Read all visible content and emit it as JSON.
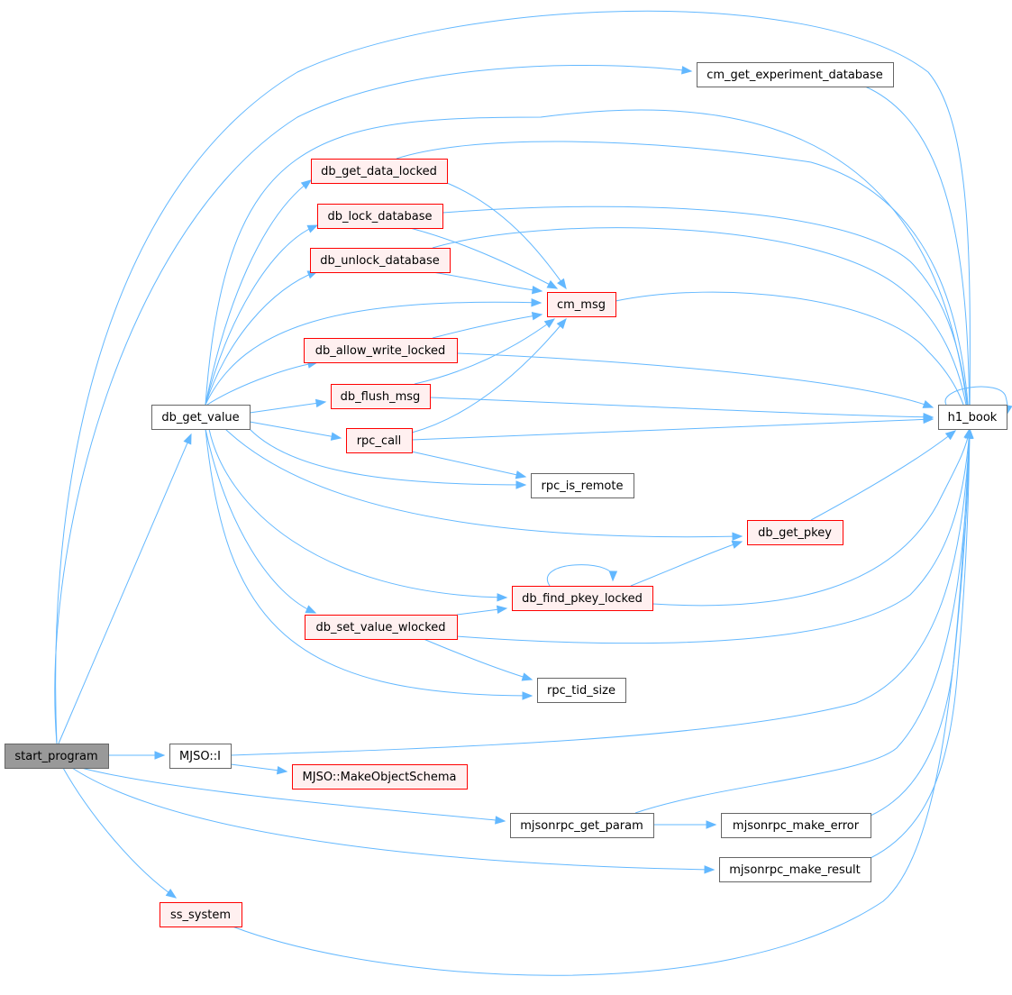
{
  "colors": {
    "edge": "#63b8ff",
    "node_default_fill": "#ffffff",
    "node_default_stroke": "#666666",
    "node_truncated_fill": "#fff0f0",
    "node_truncated_stroke": "#ff0000",
    "node_root_fill": "#999999",
    "node_root_stroke": "#666666"
  },
  "nodes": [
    {
      "id": "start_program",
      "label": "start_program",
      "style": "root"
    },
    {
      "id": "db_get_value",
      "label": "db_get_value",
      "style": "default"
    },
    {
      "id": "cm_get_experiment_database",
      "label": "cm_get_experiment_database",
      "style": "default"
    },
    {
      "id": "db_get_data_locked",
      "label": "db_get_data_locked",
      "style": "truncated"
    },
    {
      "id": "db_lock_database",
      "label": "db_lock_database",
      "style": "truncated"
    },
    {
      "id": "db_unlock_database",
      "label": "db_unlock_database",
      "style": "truncated"
    },
    {
      "id": "cm_msg",
      "label": "cm_msg",
      "style": "truncated"
    },
    {
      "id": "db_allow_write_locked",
      "label": "db_allow_write_locked",
      "style": "truncated"
    },
    {
      "id": "db_flush_msg",
      "label": "db_flush_msg",
      "style": "truncated"
    },
    {
      "id": "rpc_call",
      "label": "rpc_call",
      "style": "truncated"
    },
    {
      "id": "rpc_is_remote",
      "label": "rpc_is_remote",
      "style": "default"
    },
    {
      "id": "db_get_pkey",
      "label": "db_get_pkey",
      "style": "truncated"
    },
    {
      "id": "db_find_pkey_locked",
      "label": "db_find_pkey_locked",
      "style": "truncated"
    },
    {
      "id": "db_set_value_wlocked",
      "label": "db_set_value_wlocked",
      "style": "truncated"
    },
    {
      "id": "rpc_tid_size",
      "label": "rpc_tid_size",
      "style": "default"
    },
    {
      "id": "h1_book",
      "label": "h1_book",
      "style": "default"
    },
    {
      "id": "MJSO_I",
      "label": "MJSO::I",
      "style": "default"
    },
    {
      "id": "MJSO_MakeObjectSchema",
      "label": "MJSO::MakeObjectSchema",
      "style": "truncated"
    },
    {
      "id": "mjsonrpc_get_param",
      "label": "mjsonrpc_get_param",
      "style": "default"
    },
    {
      "id": "mjsonrpc_make_error",
      "label": "mjsonrpc_make_error",
      "style": "default"
    },
    {
      "id": "mjsonrpc_make_result",
      "label": "mjsonrpc_make_result",
      "style": "default"
    },
    {
      "id": "ss_system",
      "label": "ss_system",
      "style": "truncated"
    }
  ],
  "edges": [
    {
      "from": "start_program",
      "to": "db_get_value"
    },
    {
      "from": "start_program",
      "to": "cm_get_experiment_database"
    },
    {
      "from": "start_program",
      "to": "h1_book"
    },
    {
      "from": "start_program",
      "to": "MJSO_I"
    },
    {
      "from": "start_program",
      "to": "mjsonrpc_get_param"
    },
    {
      "from": "start_program",
      "to": "mjsonrpc_make_result"
    },
    {
      "from": "start_program",
      "to": "ss_system"
    },
    {
      "from": "db_get_value",
      "to": "db_get_data_locked"
    },
    {
      "from": "db_get_value",
      "to": "db_lock_database"
    },
    {
      "from": "db_get_value",
      "to": "db_unlock_database"
    },
    {
      "from": "db_get_value",
      "to": "cm_msg"
    },
    {
      "from": "db_get_value",
      "to": "db_allow_write_locked"
    },
    {
      "from": "db_get_value",
      "to": "db_flush_msg"
    },
    {
      "from": "db_get_value",
      "to": "rpc_call"
    },
    {
      "from": "db_get_value",
      "to": "rpc_is_remote"
    },
    {
      "from": "db_get_value",
      "to": "db_get_pkey"
    },
    {
      "from": "db_get_value",
      "to": "db_find_pkey_locked"
    },
    {
      "from": "db_get_value",
      "to": "db_set_value_wlocked"
    },
    {
      "from": "db_get_value",
      "to": "rpc_tid_size"
    },
    {
      "from": "db_get_value",
      "to": "h1_book"
    },
    {
      "from": "cm_get_experiment_database",
      "to": "h1_book"
    },
    {
      "from": "db_get_data_locked",
      "to": "cm_msg"
    },
    {
      "from": "db_get_data_locked",
      "to": "h1_book"
    },
    {
      "from": "db_lock_database",
      "to": "cm_msg"
    },
    {
      "from": "db_lock_database",
      "to": "h1_book"
    },
    {
      "from": "db_unlock_database",
      "to": "cm_msg"
    },
    {
      "from": "db_unlock_database",
      "to": "h1_book"
    },
    {
      "from": "cm_msg",
      "to": "h1_book"
    },
    {
      "from": "db_allow_write_locked",
      "to": "cm_msg"
    },
    {
      "from": "db_allow_write_locked",
      "to": "h1_book"
    },
    {
      "from": "db_flush_msg",
      "to": "cm_msg"
    },
    {
      "from": "db_flush_msg",
      "to": "h1_book"
    },
    {
      "from": "rpc_call",
      "to": "cm_msg"
    },
    {
      "from": "rpc_call",
      "to": "h1_book"
    },
    {
      "from": "rpc_call",
      "to": "rpc_is_remote"
    },
    {
      "from": "db_get_pkey",
      "to": "h1_book"
    },
    {
      "from": "db_find_pkey_locked",
      "to": "db_find_pkey_locked"
    },
    {
      "from": "db_find_pkey_locked",
      "to": "db_get_pkey"
    },
    {
      "from": "db_find_pkey_locked",
      "to": "h1_book"
    },
    {
      "from": "db_set_value_wlocked",
      "to": "db_find_pkey_locked"
    },
    {
      "from": "db_set_value_wlocked",
      "to": "h1_book"
    },
    {
      "from": "db_set_value_wlocked",
      "to": "rpc_tid_size"
    },
    {
      "from": "h1_book",
      "to": "h1_book"
    },
    {
      "from": "MJSO_I",
      "to": "h1_book"
    },
    {
      "from": "MJSO_I",
      "to": "MJSO_MakeObjectSchema"
    },
    {
      "from": "mjsonrpc_get_param",
      "to": "h1_book"
    },
    {
      "from": "mjsonrpc_get_param",
      "to": "mjsonrpc_make_error"
    },
    {
      "from": "mjsonrpc_make_error",
      "to": "h1_book"
    },
    {
      "from": "mjsonrpc_make_result",
      "to": "h1_book"
    },
    {
      "from": "ss_system",
      "to": "h1_book"
    }
  ]
}
